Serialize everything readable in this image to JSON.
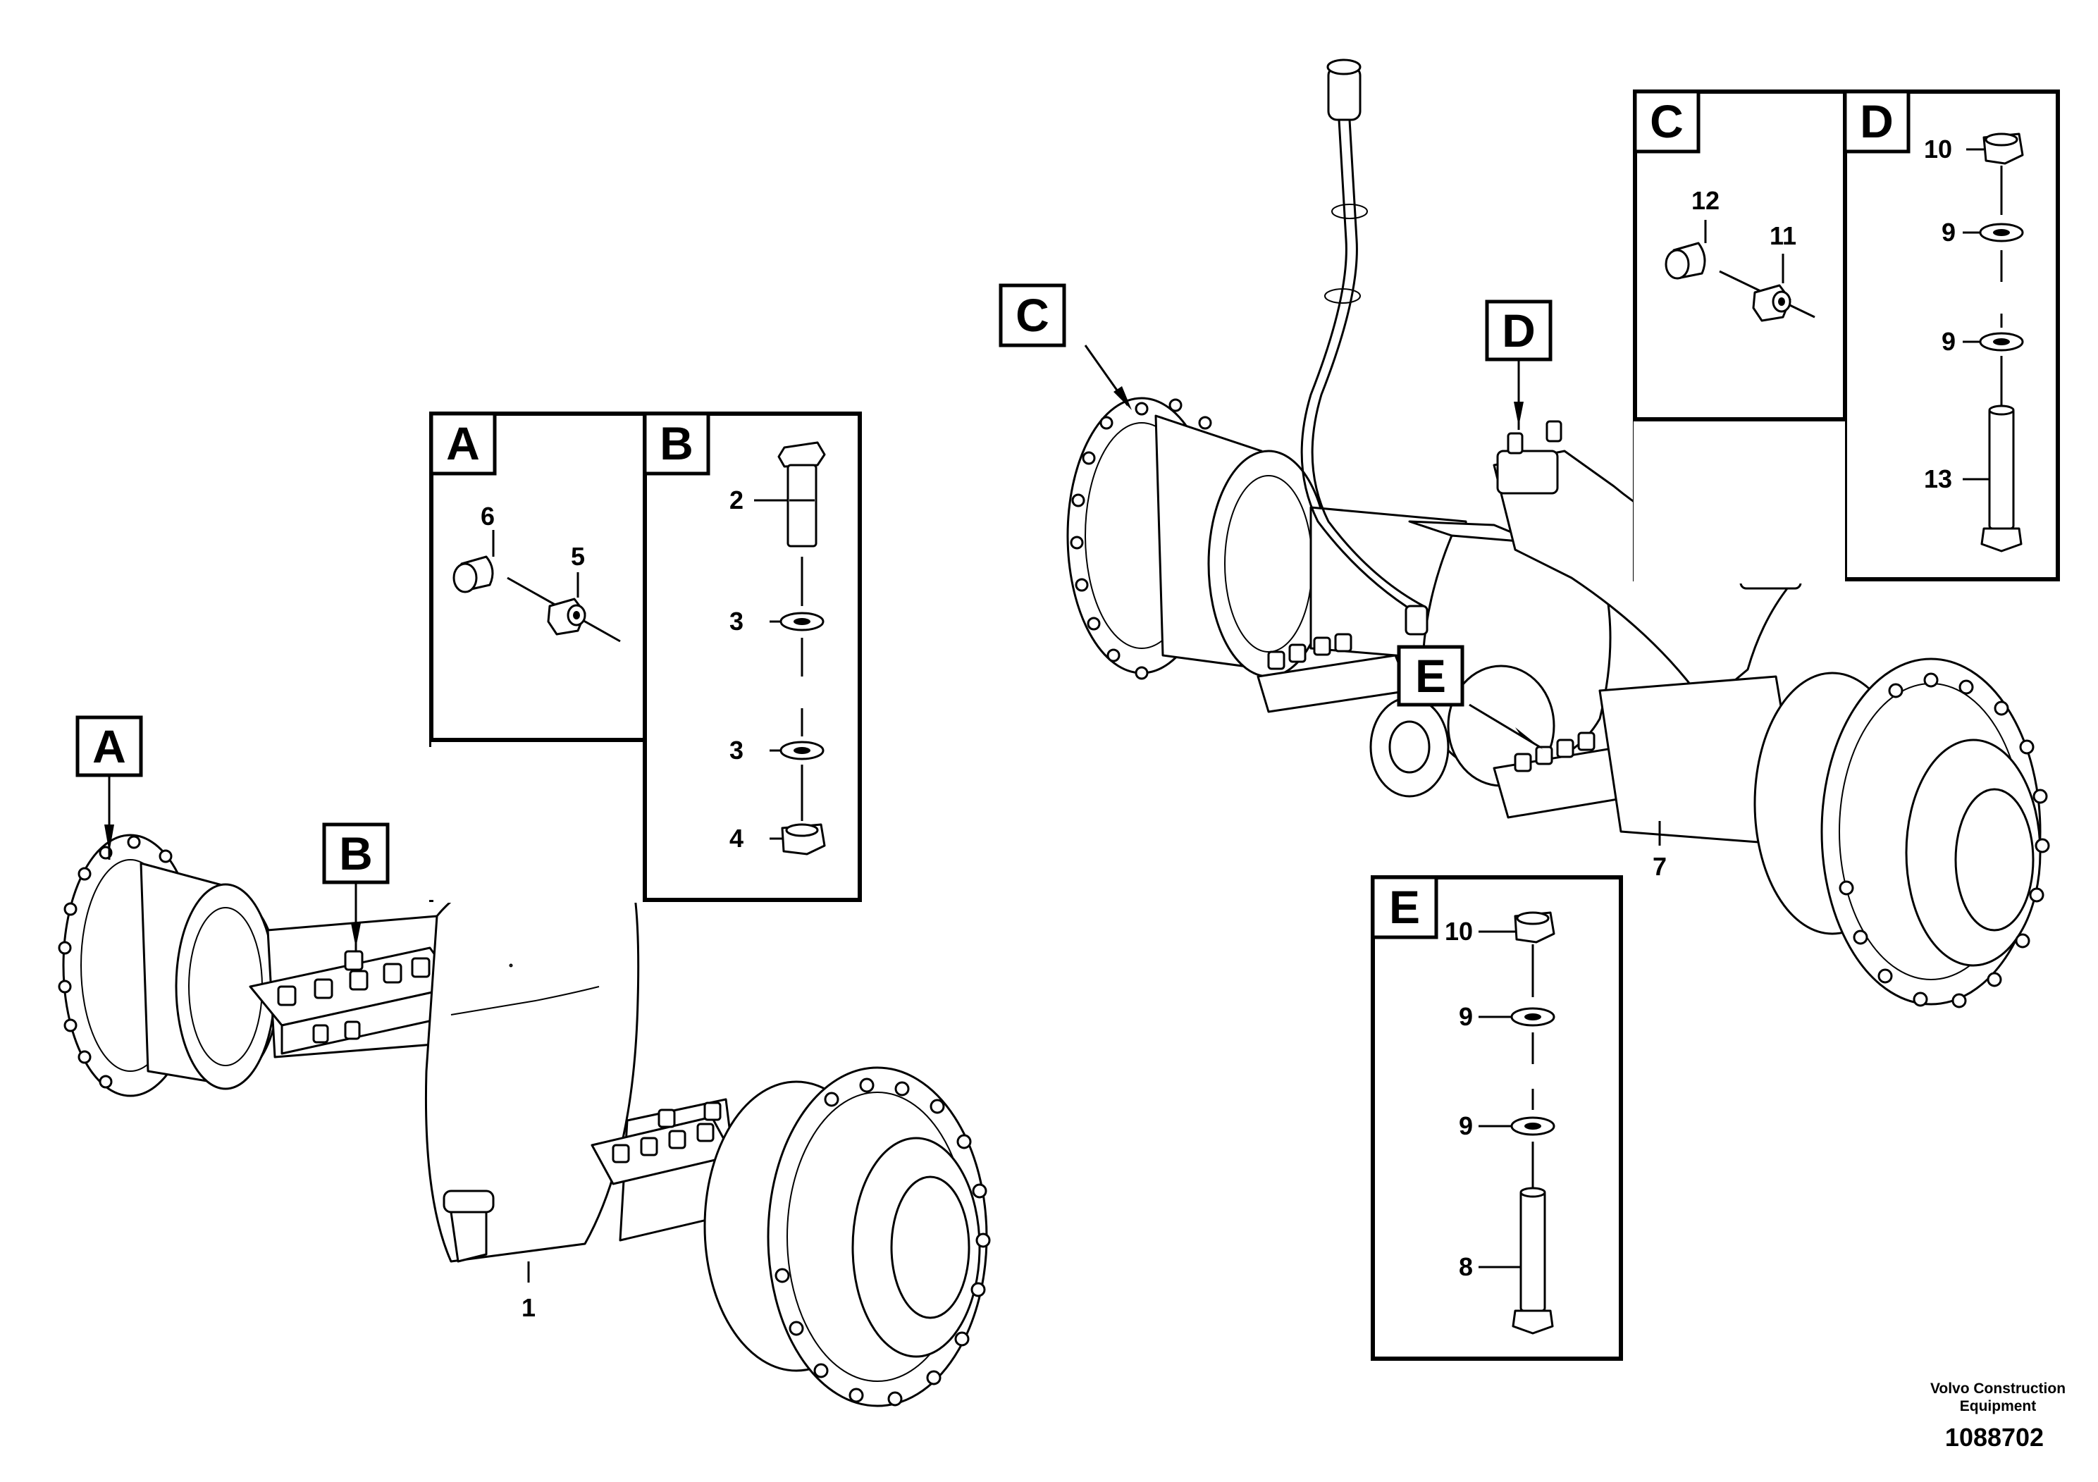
{
  "callouts": {
    "a": "A",
    "b": "B",
    "c": "C",
    "d": "D",
    "e": "E"
  },
  "parts": {
    "p1": "1",
    "p2": "2",
    "p3": "3",
    "p4": "4",
    "p5": "5",
    "p6": "6",
    "p7": "7",
    "p8": "8",
    "p9": "9",
    "p10": "10",
    "p11": "11",
    "p12": "12",
    "p13": "13"
  },
  "footer": {
    "company_line1": "Volvo Construction",
    "company_line2": "Equipment",
    "drawing_number": "1088702"
  }
}
